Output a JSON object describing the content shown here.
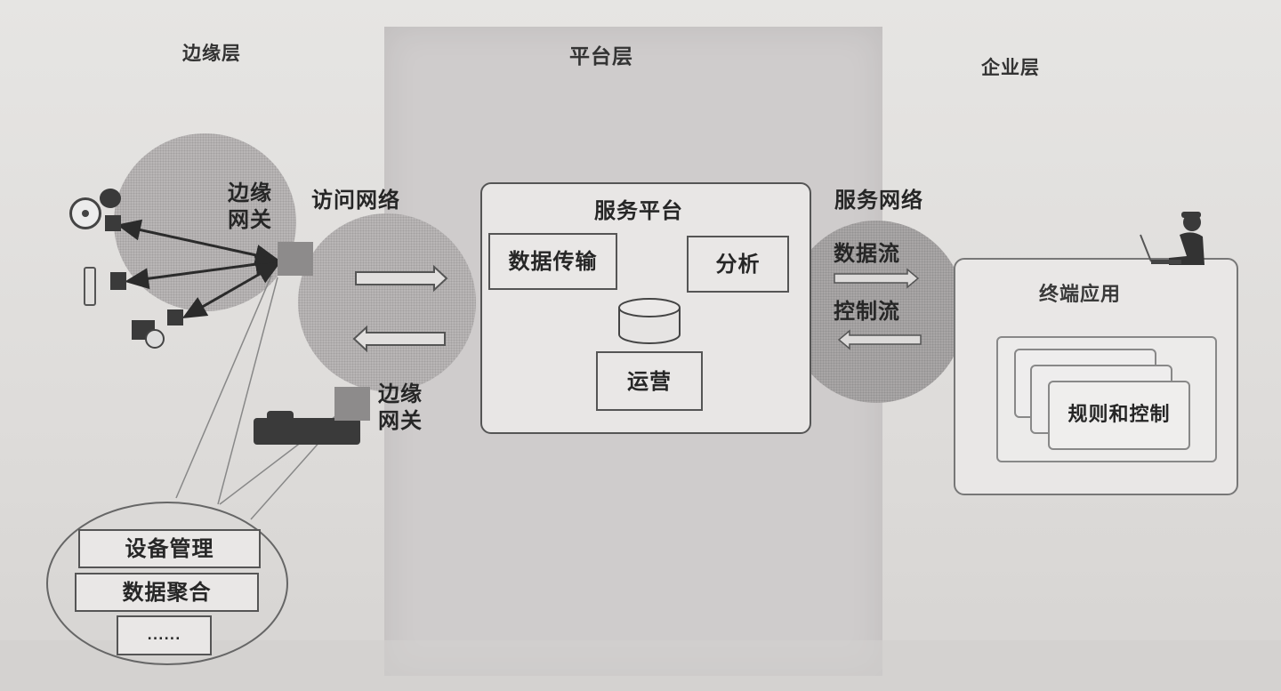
{
  "layers": {
    "edge": "边缘层",
    "platform": "平台层",
    "enterprise": "企业层"
  },
  "edge_layer": {
    "gateway_top_label": [
      "边缘",
      "网关"
    ],
    "gateway_bottom_label": [
      "边缘",
      "网关"
    ],
    "devices": [
      "camera-device-icon",
      "syringe-device-icon",
      "meter-device-icon",
      "truck-device-icon"
    ],
    "gateway_functions": [
      "设备管理",
      "数据聚合",
      "......"
    ]
  },
  "access_network": {
    "label": "访问网络",
    "arrows": [
      "right",
      "left"
    ]
  },
  "service_platform": {
    "title": "服务平台",
    "modules": {
      "data_transfer": "数据传输",
      "analysis": "分析",
      "database": "database-icon",
      "operations": "运营"
    }
  },
  "service_network": {
    "label": "服务网络",
    "data_flow": "数据流",
    "control_flow": "控制流"
  },
  "enterprise_layer": {
    "terminal_app": "终端应用",
    "rules_control": "规则和控制",
    "user": "user-with-laptop-icon"
  },
  "colors": {
    "background": "#e6e5e3",
    "platform_band": "#cfcccc",
    "circle_fill": "#b9b6b6",
    "box_border": "#555555",
    "text": "#262626"
  }
}
